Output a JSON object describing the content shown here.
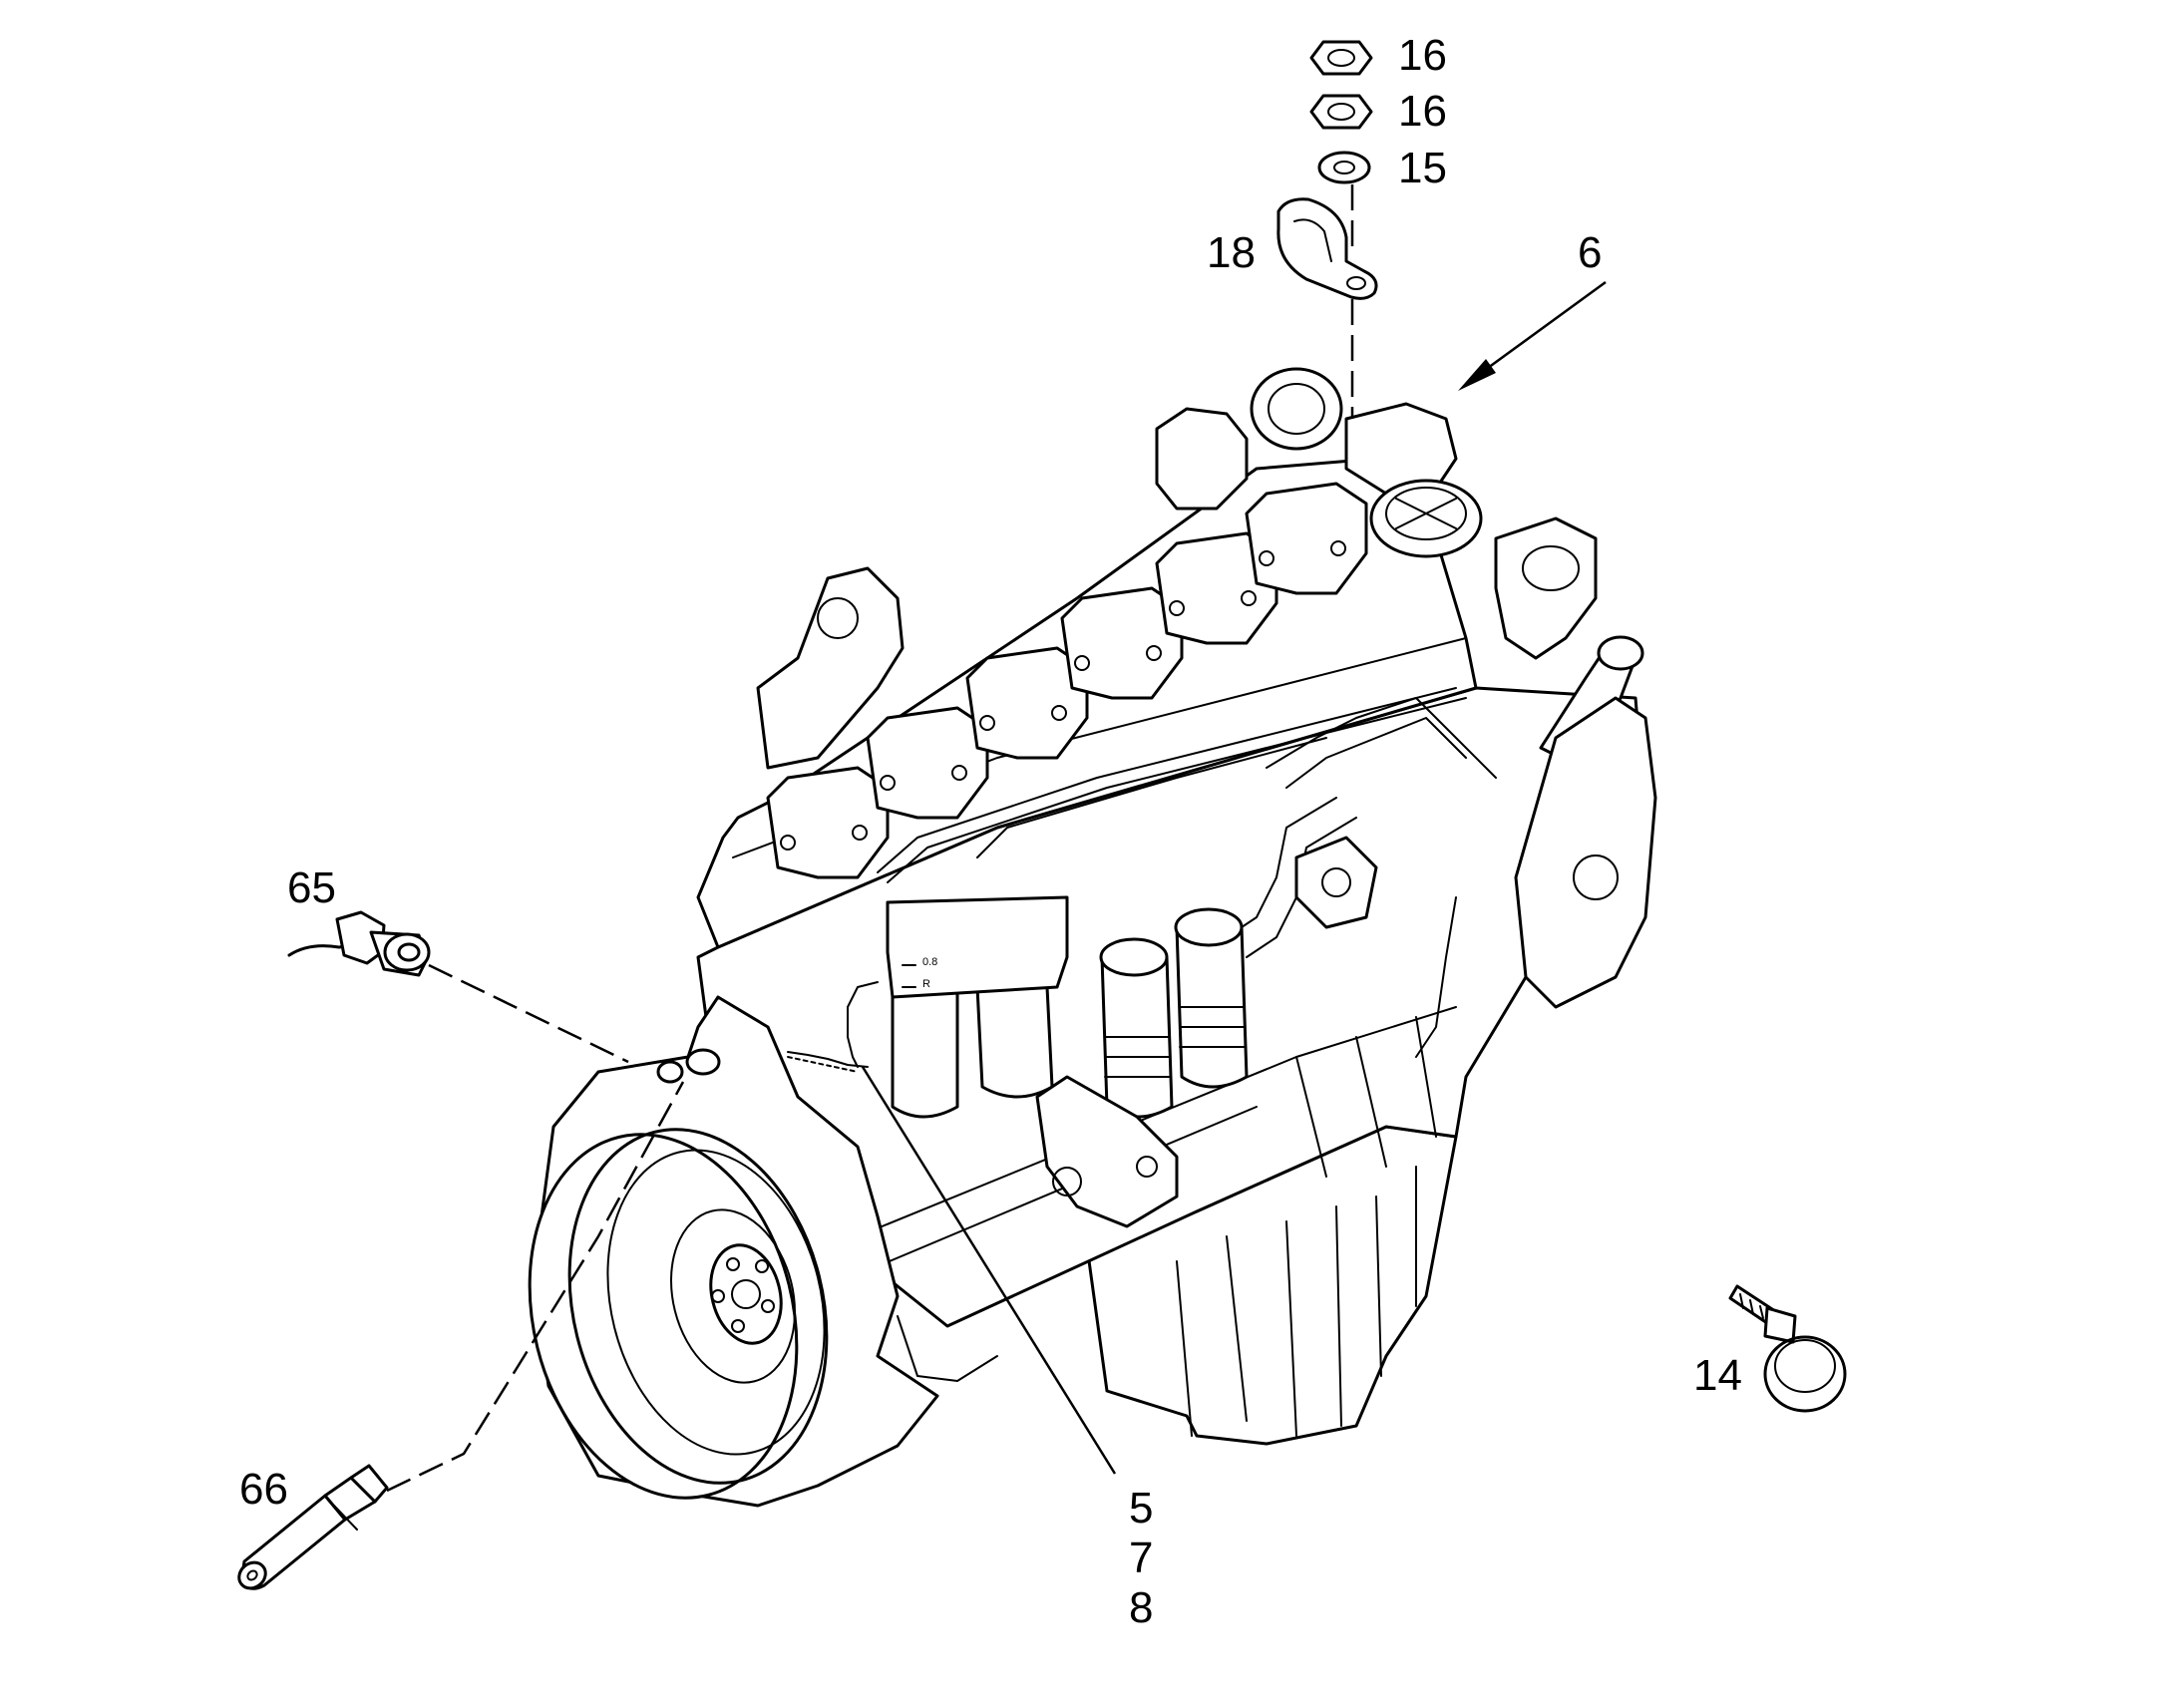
{
  "callouts": {
    "c16a": "16",
    "c16b": "16",
    "c15": "15",
    "c18": "18",
    "c6": "6",
    "c65": "65",
    "c66": "66",
    "c14": "14",
    "c5": "5",
    "c7": "7",
    "c8": "8"
  },
  "label_plate": {
    "line1": "0.8",
    "line2": "R"
  }
}
